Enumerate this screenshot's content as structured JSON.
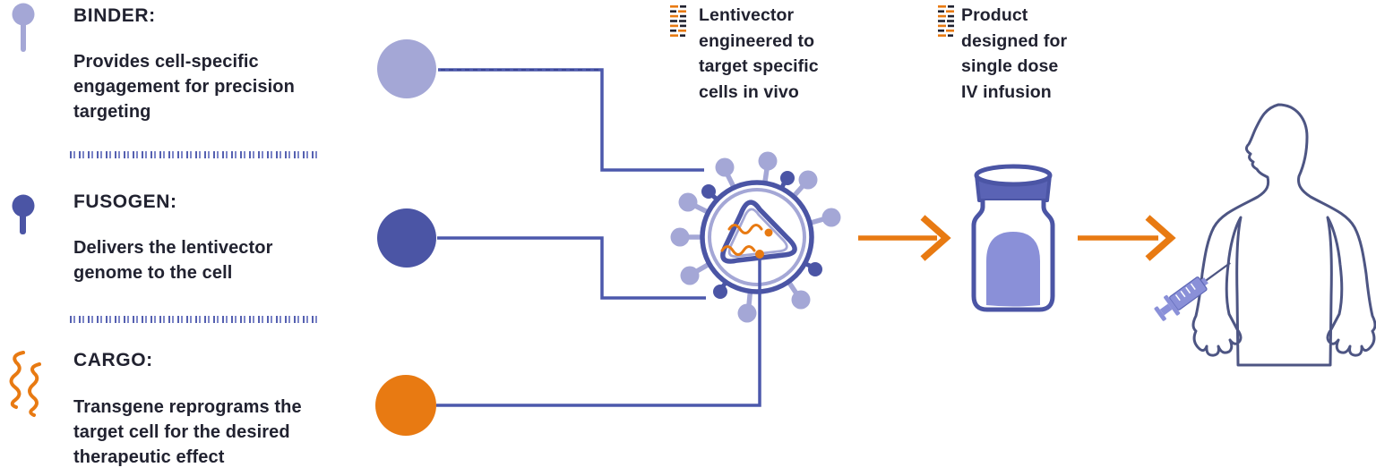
{
  "colors": {
    "light-purple": "#a4a7d6",
    "mid-purple": "#8a90d8",
    "dark-purple": "#4b55a5",
    "cap-purple": "#5a63b5",
    "line-blue": "#4c58ac",
    "orange": "#e87a12",
    "ink": "#212230",
    "body-outline": "#4d5583",
    "background": "#ffffff"
  },
  "sections": {
    "binder": {
      "title": "BINDER:",
      "body": "Provides cell-specific\nengagement for precision\ntargeting"
    },
    "fusogen": {
      "title": "FUSOGEN:",
      "body": "Delivers the lentivector\ngenome to the cell"
    },
    "cargo": {
      "title": "CARGO:",
      "body": "Transgene reprograms the\ntarget cell for the desired\ntherapeutic effect"
    }
  },
  "annotations": {
    "lentivector": "Lentivector\nengineered to\ntarget specific\ncells in vivo",
    "product": "Product\ndesigned for\nsingle dose\nIV infusion"
  },
  "icons": {
    "binder": "pin-icon-light",
    "fusogen": "pin-icon-dark",
    "cargo": "transgene-squiggle-icon",
    "lentivector": "dash-stack-icon",
    "product": "dash-stack-icon",
    "flow": "arrow-right-icon"
  }
}
